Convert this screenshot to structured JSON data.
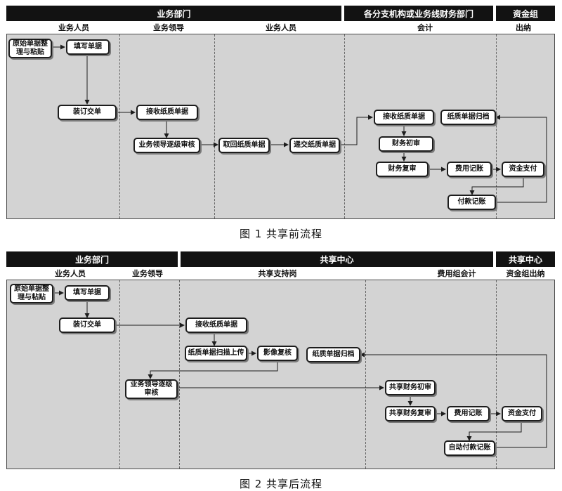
{
  "figure1": {
    "header": {
      "business_dept": "业务部门",
      "branch_dept": "各分支机构或业务线财务部门",
      "fund_group": "资金组"
    },
    "lanes": {
      "business_staff_a": "业务人员",
      "business_leader": "业务领导",
      "business_staff_b": "业务人员",
      "accountant": "会计",
      "cashier": "出纳"
    },
    "nodes": {
      "organize_docs": "原始单据整理与粘贴",
      "fill_form": "填写单据",
      "bind_submit": "装订交单",
      "receive_paper": "接收纸质单据",
      "leader_review": "业务领导逐级审核",
      "retrieve_paper": "取回纸质单据",
      "send_paper": "递交纸质单据",
      "acc_receive": "接收纸质单据",
      "archive": "纸质单据归档",
      "first_review": "财务初审",
      "second_review": "财务复审",
      "expense_entry": "费用记账",
      "fund_payment": "资金支付",
      "payment_entry": "付款记账"
    },
    "caption": "图 1   共享前流程"
  },
  "figure2": {
    "header": {
      "business_dept": "业务部门",
      "shared_center": "共享中心",
      "shared_center_right": "共享中心"
    },
    "lanes": {
      "business_staff": "业务人员",
      "business_leader": "业务领导",
      "shared_support": "共享支持岗",
      "expense_accountant": "费用组会计",
      "fund_cashier": "资金组出纳"
    },
    "nodes": {
      "organize_docs": "原始单据整理与粘贴",
      "fill_form": "填写单据",
      "bind_submit": "装订交单",
      "receive_paper": "接收纸质单据",
      "scan_upload": "纸质单据扫描上传",
      "image_review": "影像复核",
      "archive": "纸质单据归档",
      "leader_review": "业务领导逐级审核",
      "shared_first_review": "共享财务初审",
      "shared_second_review": "共享财务复审",
      "expense_entry": "费用记账",
      "fund_payment": "资金支付",
      "auto_payment_entry": "自动付款记账"
    },
    "caption": "图 2   共享后流程"
  }
}
